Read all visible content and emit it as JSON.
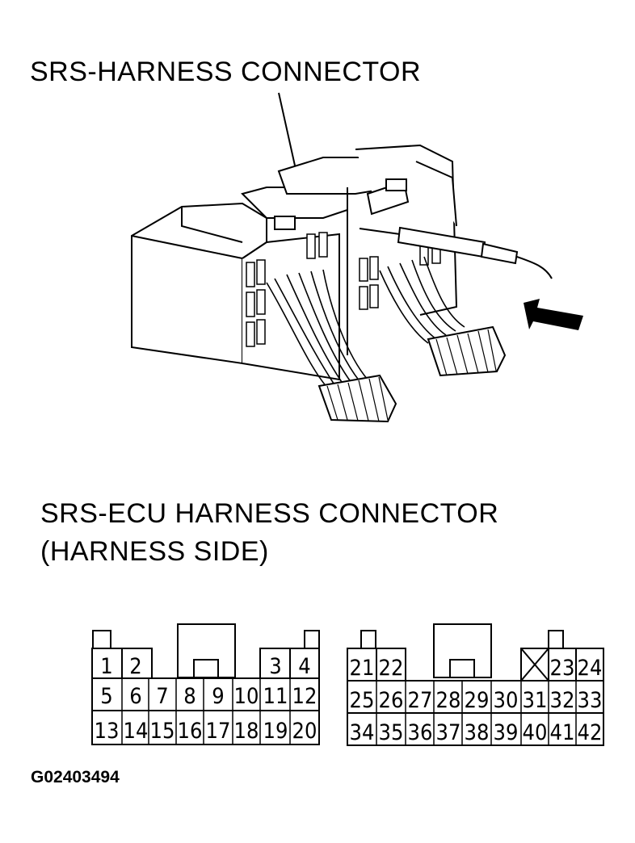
{
  "header": {
    "title": "SRS-HARNESS CONNECTOR"
  },
  "ecu_connector": {
    "title_line1": "SRS-ECU HARNESS CONNECTOR",
    "title_line2": "(HARNESS SIDE)",
    "left_block": {
      "row1": [
        "1",
        "2",
        "3",
        "4"
      ],
      "row2": [
        "5",
        "6",
        "7",
        "8",
        "9",
        "10",
        "11",
        "12"
      ],
      "row3": [
        "13",
        "14",
        "15",
        "16",
        "17",
        "18",
        "19",
        "20"
      ]
    },
    "right_block": {
      "row1": [
        "21",
        "22",
        "23",
        "24"
      ],
      "row2": [
        "25",
        "26",
        "27",
        "28",
        "29",
        "30",
        "31",
        "32",
        "33"
      ],
      "row3": [
        "34",
        "35",
        "36",
        "37",
        "38",
        "39",
        "40",
        "41",
        "42"
      ]
    }
  },
  "footer": {
    "figure_code": "G02403494"
  }
}
